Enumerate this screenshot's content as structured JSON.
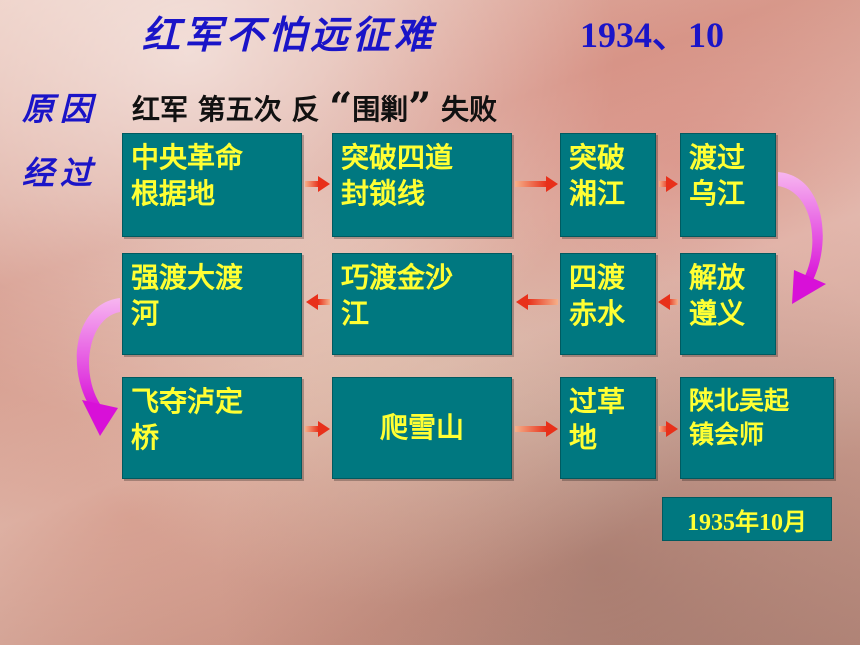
{
  "title": "红军不怕远征难",
  "date": "1934、10",
  "reason": {
    "label": "原因",
    "text_before": "红军 第五次 反",
    "quote_open": "“",
    "quoted": "围剿",
    "quote_close": "”",
    "text_after": "失败"
  },
  "process": {
    "label": "经过",
    "row1": [
      {
        "line1": "中央革命",
        "line2": "根据地"
      },
      {
        "line1": "突破四道",
        "line2": "封锁线"
      },
      {
        "line1": "突破",
        "line2": "湘江"
      },
      {
        "line1": "渡过",
        "line2": "乌江"
      }
    ],
    "row2": [
      {
        "line1": "强渡大渡",
        "line2": "河"
      },
      {
        "line1": "巧渡金沙",
        "line2": "江"
      },
      {
        "line1": "四渡",
        "line2": "赤水"
      },
      {
        "line1": "解放",
        "line2": "遵义"
      }
    ],
    "row3": [
      {
        "line1": "飞夺泸定",
        "line2": "桥"
      },
      {
        "line1": "爬雪山",
        "line2": ""
      },
      {
        "line1": "过草",
        "line2": "地"
      },
      {
        "line1": "陕北吴起",
        "line2": "镇会师"
      }
    ]
  },
  "end_date": "1935年10月",
  "colors": {
    "box_fill": "#007880",
    "box_text": "#ffff33",
    "title_blue": "#1a14c8",
    "arrow_red": "#e8301a",
    "curve_magenta": "#e020e0"
  }
}
